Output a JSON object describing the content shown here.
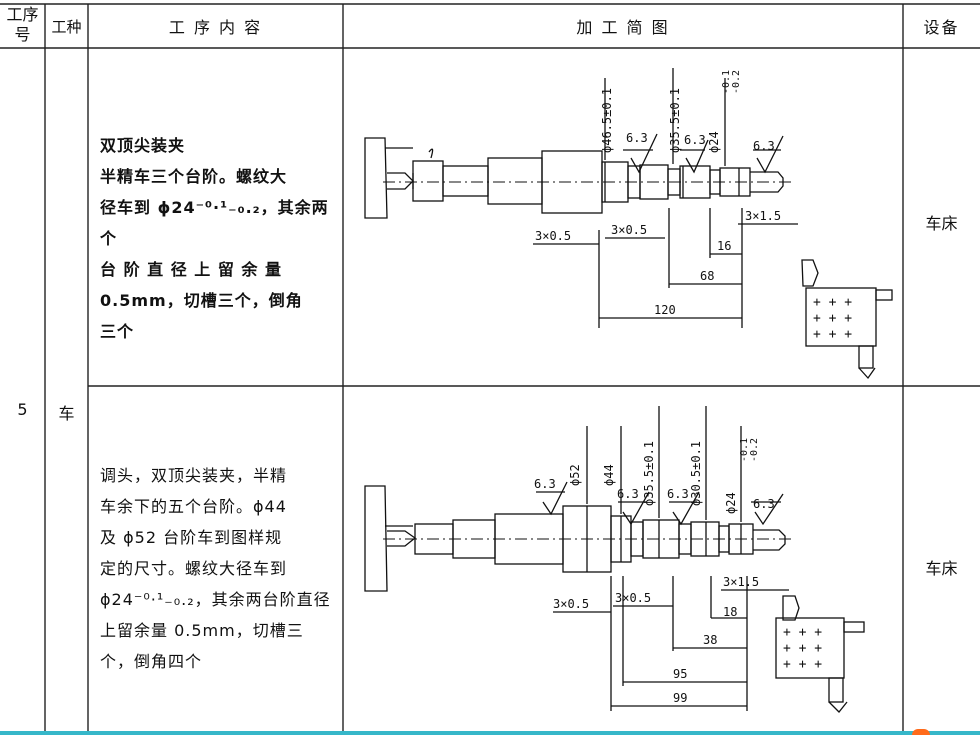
{
  "header": {
    "col_step": "工序号",
    "col_step_top": "工序",
    "col_step_bottom": "号",
    "col_type": "工种",
    "col_content": "工 序 内 容",
    "col_diagram": "加 工 简 图",
    "col_equipment": "设备"
  },
  "step_number": "5",
  "work_type": "车",
  "rows": [
    {
      "content_lines": [
        "双顶尖装夹",
        "半精车三个台阶。螺纹大",
        "径车到 ϕ24⁻⁰·¹₋₀.₂，其余两个",
        "台 阶 直 径 上 留 余 量",
        "0.5mm，切槽三个，倒角",
        "三个"
      ],
      "equipment": "车床",
      "dims": {
        "d1": "ϕ46.5±0.1",
        "d2": "ϕ35.5±0.1",
        "d3": "ϕ24",
        "tol_upper": "-0.1",
        "tol_lower": "-0.2",
        "r1": "6.3",
        "r2": "6.3",
        "r3": "6.3",
        "ch1": "3×0.5",
        "ch2": "3×0.5",
        "ch3": "3×1.5",
        "l1": "16",
        "l2": "68",
        "l3": "120"
      }
    },
    {
      "content_lines": [
        "调头，双顶尖装夹，半精",
        "车余下的五个台阶。ϕ44",
        "及 ϕ52 台阶车到图样规",
        "定的尺寸。螺纹大径车到",
        "ϕ24⁻⁰·¹₋₀.₂，其余两台阶直径",
        "上留余量 0.5mm，切槽三",
        "个，倒角四个"
      ],
      "equipment": "车床",
      "dims": {
        "d1": "ϕ52",
        "d2": "ϕ44",
        "d3": "ϕ35.5±0.1",
        "d4": "ϕ30.5±0.1",
        "d5": "ϕ24",
        "tol_upper": "-0.1",
        "tol_lower": "-0.2",
        "r1": "6.3",
        "r2": "6.3",
        "r3": "6.3",
        "r4": "6.3",
        "ch1": "3×0.5",
        "ch2": "3×0.5",
        "ch3": "3×1.5",
        "l1": "18",
        "l2": "38",
        "l3": "95",
        "l4": "99"
      }
    }
  ]
}
